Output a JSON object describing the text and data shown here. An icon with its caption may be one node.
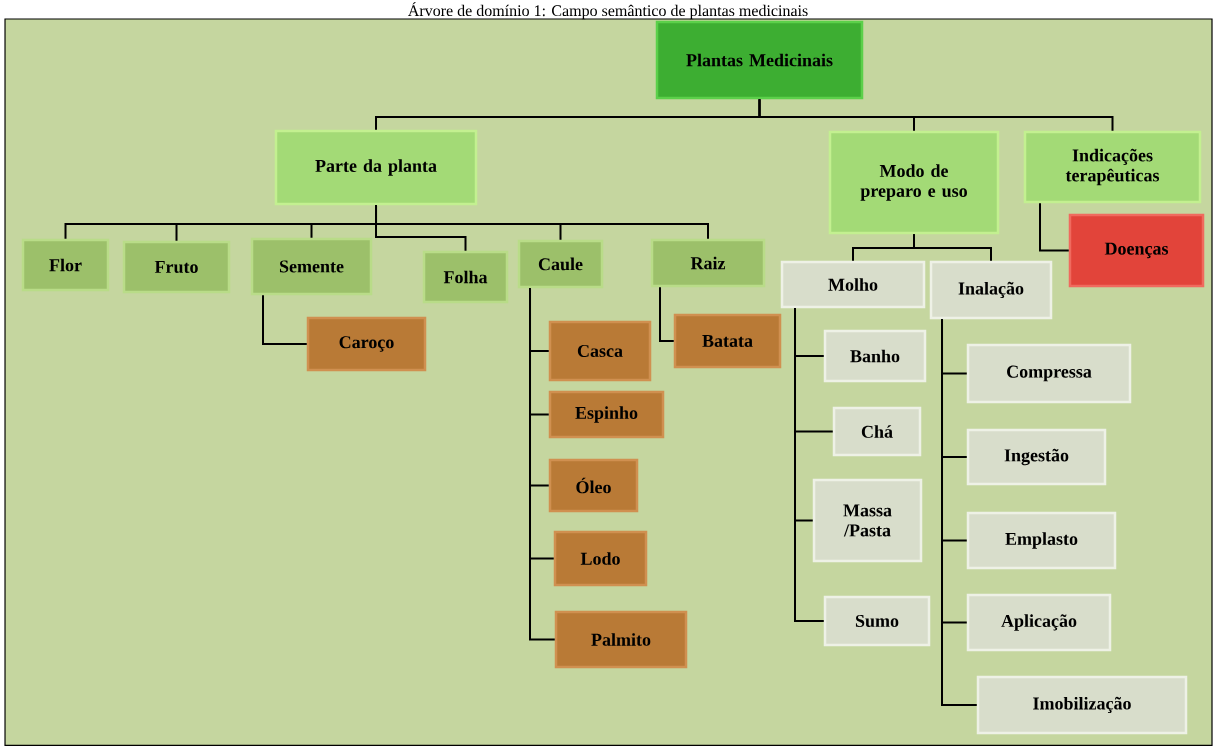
{
  "diagram": {
    "title": "Árvore de domínio 1: Campo semântico de plantas medicinais",
    "nodes": [
      {
        "text": [
          "Plantas Medicinais"
        ]
      },
      {
        "text": [
          "Parte da planta"
        ]
      },
      {
        "text": [
          "Modo de preparo e uso"
        ]
      },
      {
        "text": [
          "Indicações terapêuticas"
        ]
      },
      {
        "text": [
          "Flor"
        ]
      },
      {
        "text": [
          "Fruto"
        ]
      },
      {
        "text": [
          "Semente"
        ]
      },
      {
        "text": [
          "Folha"
        ]
      },
      {
        "text": [
          "Caule"
        ]
      },
      {
        "text": [
          "Raiz"
        ]
      },
      {
        "text": [
          "Caroço"
        ]
      },
      {
        "text": [
          "Casca"
        ]
      },
      {
        "text": [
          "Espinho"
        ]
      },
      {
        "text": [
          "Óleo"
        ]
      },
      {
        "text": [
          "Lodo"
        ]
      },
      {
        "text": [
          "Palmito"
        ]
      },
      {
        "text": [
          "Batata"
        ]
      },
      {
        "text": [
          "Molho"
        ]
      },
      {
        "text": [
          "Inalação"
        ]
      },
      {
        "text": [
          "Banho"
        ]
      },
      {
        "text": [
          "Chá"
        ]
      },
      {
        "text": [
          "Massa /Pasta"
        ]
      },
      {
        "text": [
          "Sumo"
        ]
      },
      {
        "text": [
          "Compressa"
        ]
      },
      {
        "text": [
          "Ingestão"
        ]
      },
      {
        "text": [
          "Emplasto"
        ]
      },
      {
        "text": [
          "Aplicação"
        ]
      },
      {
        "text": [
          "Imobilização"
        ]
      },
      {
        "text": [
          "Doenças"
        ]
      }
    ],
    "edges": [
      {
        "from": 0,
        "to": 1,
        "arrow": "none"
      },
      {
        "from": 0,
        "to": 2,
        "arrow": "none"
      },
      {
        "from": 0,
        "to": 3,
        "arrow": "none"
      },
      {
        "from": 1,
        "to": 4,
        "arrow": "none"
      },
      {
        "from": 1,
        "to": 5,
        "arrow": "none"
      },
      {
        "from": 1,
        "to": 6,
        "arrow": "none"
      },
      {
        "from": 1,
        "to": 7,
        "arrow": "none"
      },
      {
        "from": 1,
        "to": 8,
        "arrow": "none"
      },
      {
        "from": 1,
        "to": 9,
        "arrow": "none"
      },
      {
        "from": 6,
        "to": 10,
        "arrow": "none"
      },
      {
        "from": 8,
        "to": 11,
        "arrow": "none"
      },
      {
        "from": 8,
        "to": 12,
        "arrow": "none"
      },
      {
        "from": 8,
        "to": 13,
        "arrow": "none"
      },
      {
        "from": 8,
        "to": 14,
        "arrow": "none"
      },
      {
        "from": 8,
        "to": 15,
        "arrow": "none"
      },
      {
        "from": 9,
        "to": 16,
        "arrow": "none"
      },
      {
        "from": 2,
        "to": 17,
        "arrow": "none"
      },
      {
        "from": 2,
        "to": 18,
        "arrow": "none"
      },
      {
        "from": 17,
        "to": 19,
        "arrow": "none"
      },
      {
        "from": 17,
        "to": 20,
        "arrow": "none"
      },
      {
        "from": 17,
        "to": 21,
        "arrow": "none"
      },
      {
        "from": 17,
        "to": 22,
        "arrow": "none"
      },
      {
        "from": 18,
        "to": 23,
        "arrow": "none"
      },
      {
        "from": 18,
        "to": 24,
        "arrow": "none"
      },
      {
        "from": 18,
        "to": 25,
        "arrow": "none"
      },
      {
        "from": 18,
        "to": 26,
        "arrow": "none"
      },
      {
        "from": 18,
        "to": 27,
        "arrow": "none"
      },
      {
        "from": 3,
        "to": 28,
        "arrow": "none"
      }
    ]
  }
}
